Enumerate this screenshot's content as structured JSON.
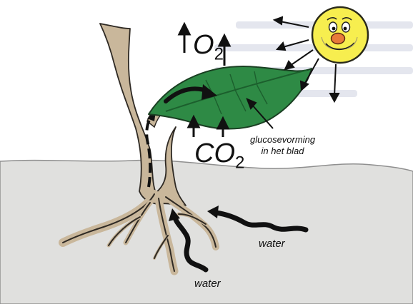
{
  "labels": {
    "oxygen_main": "O",
    "oxygen_sub": "2",
    "co2_main": "CO",
    "co2_sub": "2",
    "glucose_line1": "glucosevorming",
    "glucose_line2": "in het blad",
    "water_right": "water",
    "water_bottom": "water"
  },
  "colors": {
    "sky": "#ffffff",
    "ground": "#e0e0de",
    "ground_edge": "#8f8f8f",
    "stem": "#c9b79b",
    "stem_outline": "#2f2a24",
    "leaf": "#2e8a45",
    "leaf_dark": "#1c5f2d",
    "sun": "#f7ee4f",
    "sun_outline": "#2a2a1a",
    "nose": "#e87a3a",
    "arrows": "#111111",
    "bleed_text": "#e4e6ee"
  },
  "icons": [
    "sun-face-icon",
    "leaf-icon",
    "plant-stem-icon",
    "roots-icon"
  ]
}
